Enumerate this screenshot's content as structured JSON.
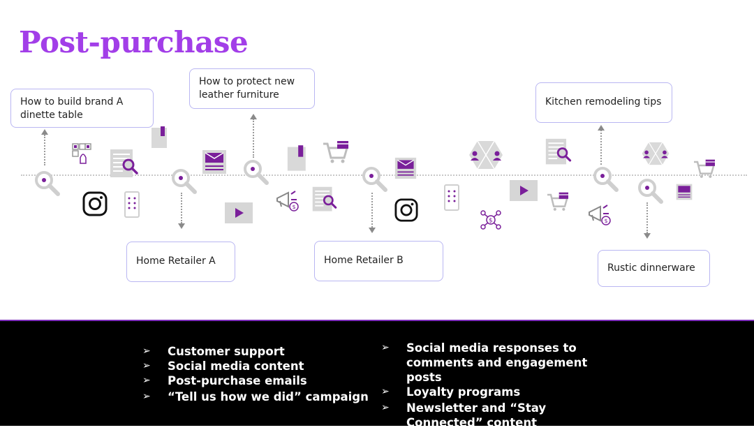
{
  "title": "Post-purchase",
  "callouts": {
    "brand_table": [
      "How to build brand A",
      "dinette table"
    ],
    "leather": [
      "How to protect new",
      "leather furniture"
    ],
    "kitchen": [
      "Kitchen remodeling tips"
    ],
    "retailer_a": [
      "Home Retailer A"
    ],
    "retailer_b": [
      "Home Retailer B"
    ],
    "dinnerware": [
      "Rustic dinnerware"
    ]
  },
  "bullets_left": [
    "Customer support",
    "Social media content",
    "Post-purchase emails",
    "“Tell us how we did” campaign"
  ],
  "bullets_right": [
    "Social media responses to comments and engagement posts",
    "Loyalty programs",
    "Newsletter and “Stay Connected” content"
  ],
  "bullet_marker": "➢",
  "colors": {
    "title": "#a23ee8",
    "accent_purple": "#7a1f9a",
    "callout_border": "#b9b6f2",
    "icon_gray": "#cfcfcf",
    "panel_bg": "#000000"
  },
  "icons": [
    "search-icon",
    "document-search-icon",
    "instagram-icon",
    "phone-icon",
    "email-icon",
    "video-icon",
    "megaphone-icon",
    "cart-icon",
    "page-icon",
    "people-network-icon",
    "qr-code-icon",
    "money-network-icon"
  ]
}
